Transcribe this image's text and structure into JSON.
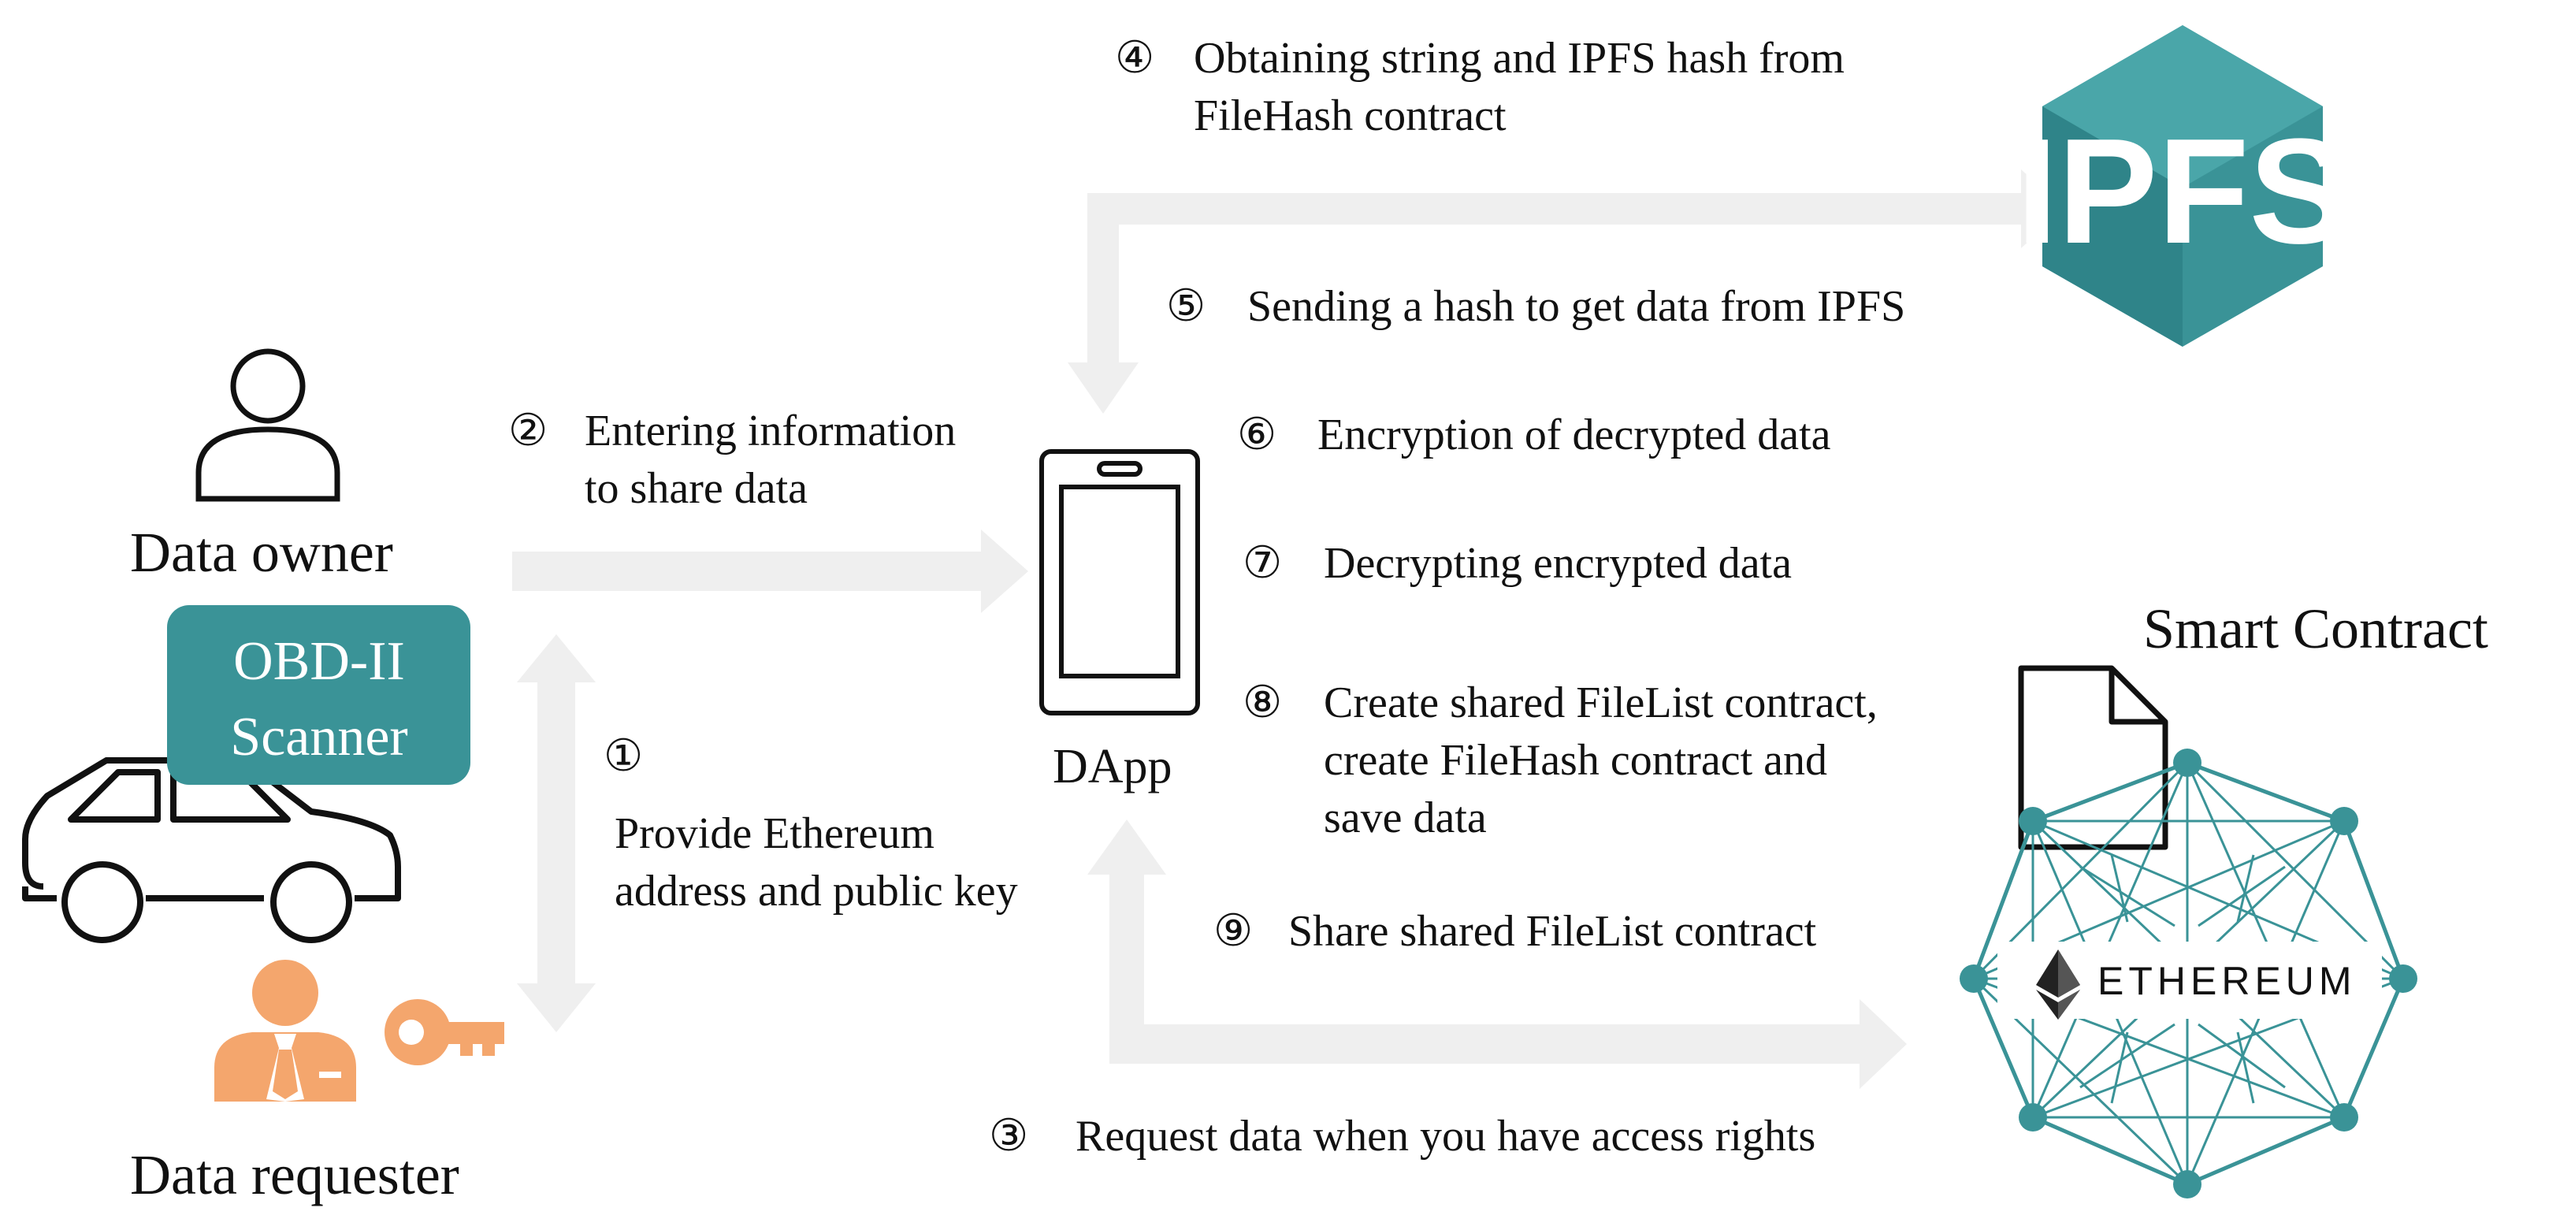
{
  "actors": {
    "data_owner": "Data owner",
    "data_requester": "Data requester",
    "dapp": "DApp",
    "smart_contract": "Smart Contract"
  },
  "obd_scanner": {
    "line1": "OBD-II",
    "line2": "Scanner"
  },
  "ipfs_logo_text": "IPFS",
  "ethereum_logo_text": "ETHEREUM",
  "steps": [
    {
      "num": "①",
      "lines": [
        "Provide Ethereum",
        "address and public key"
      ]
    },
    {
      "num": "②",
      "lines": [
        "Entering information",
        "to share data"
      ]
    },
    {
      "num": "③",
      "lines": [
        "Request data when you have access rights"
      ]
    },
    {
      "num": "④",
      "lines": [
        "Obtaining string and IPFS hash from",
        "FileHash contract"
      ]
    },
    {
      "num": "⑤",
      "lines": [
        "Sending a hash to get data from IPFS"
      ]
    },
    {
      "num": "⑥",
      "lines": [
        "Encryption of decrypted data"
      ]
    },
    {
      "num": "⑦",
      "lines": [
        "Decrypting encrypted data"
      ]
    },
    {
      "num": "⑧",
      "lines": [
        "Create shared FileList contract,",
        "create FileHash contract and",
        "save data"
      ]
    },
    {
      "num": "⑨",
      "lines": [
        "Share shared FileList contract"
      ]
    }
  ],
  "colors": {
    "teal": "#3a9397",
    "teal_dark": "#2c7f83",
    "orange": "#f4a66d",
    "arrow_gray": "#efefef"
  },
  "icons": [
    "person-icon",
    "car-icon",
    "requester-icon",
    "key-icon",
    "smartphone-icon",
    "ipfs-logo",
    "document-icon",
    "ethereum-network",
    "ethereum-diamond-icon"
  ]
}
